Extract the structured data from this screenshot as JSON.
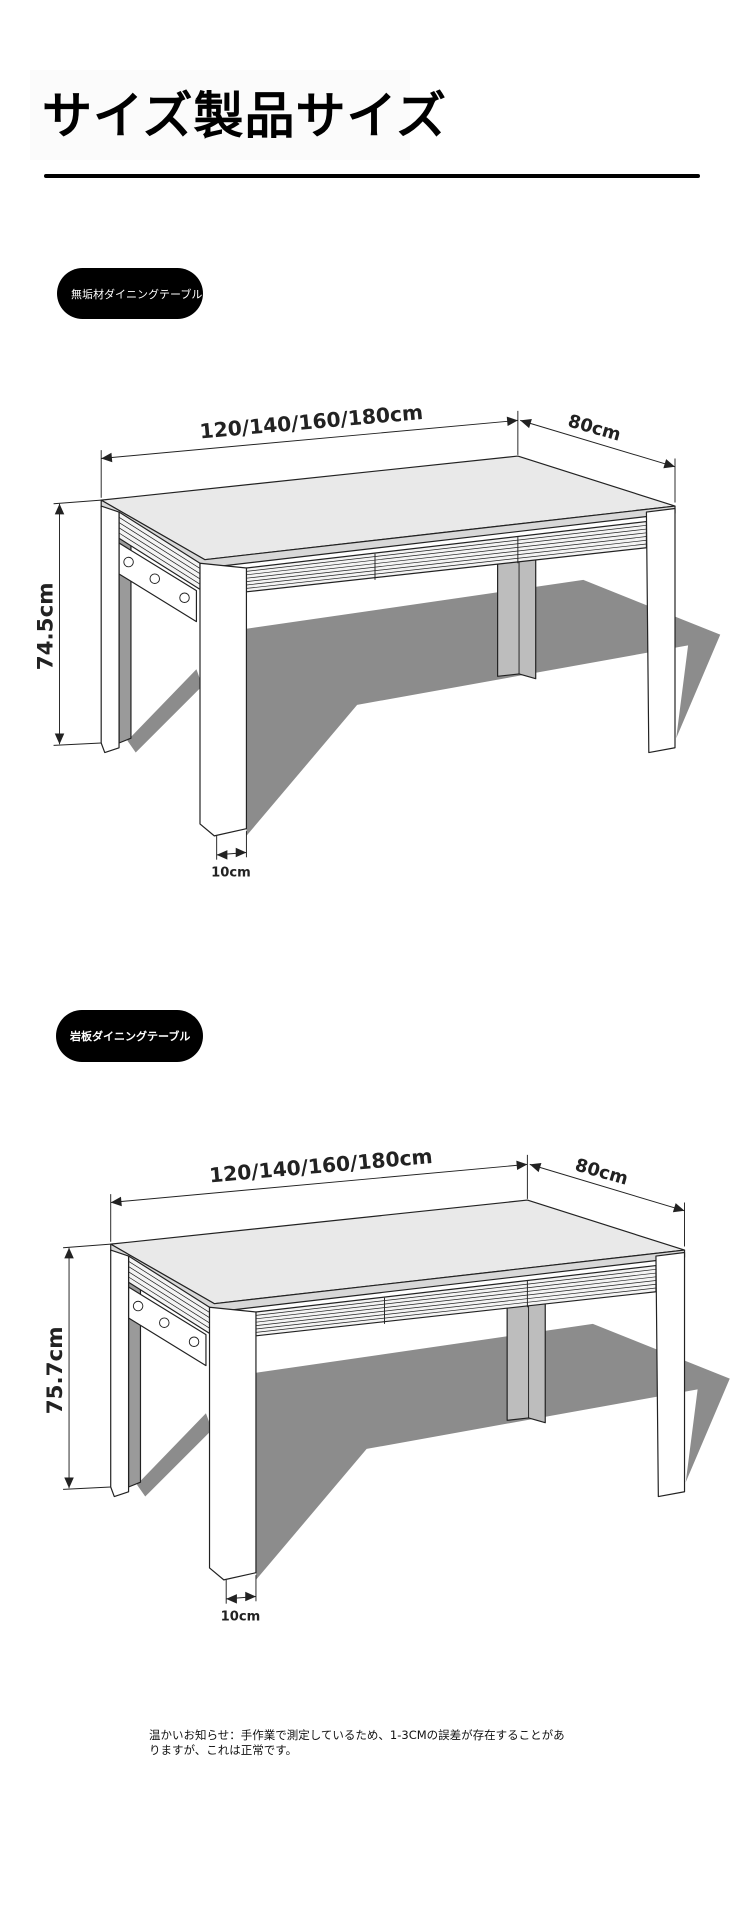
{
  "header": {
    "title": "サイズ製品サイズ"
  },
  "sections": [
    {
      "label": "無垢材ダイニングテーブル",
      "dimensions": {
        "width": "120/140/160/180cm",
        "depth": "80cm",
        "height": "74.5cm",
        "leg": "10cm"
      }
    },
    {
      "label": "岩板ダイニングテーブル",
      "dimensions": {
        "width": "120/140/160/180cm",
        "depth": "80cm",
        "height": "75.7cm",
        "leg": "10cm"
      }
    }
  ],
  "note": {
    "line1": "温かいお知らせ：手作業で測定しているため、1-3CMの誤差が存在することがあ",
    "line2": "りますが、これは正常です。"
  },
  "colors": {
    "shadow": "#8c8c8c",
    "ink": "#222222",
    "pill": "#000000"
  }
}
